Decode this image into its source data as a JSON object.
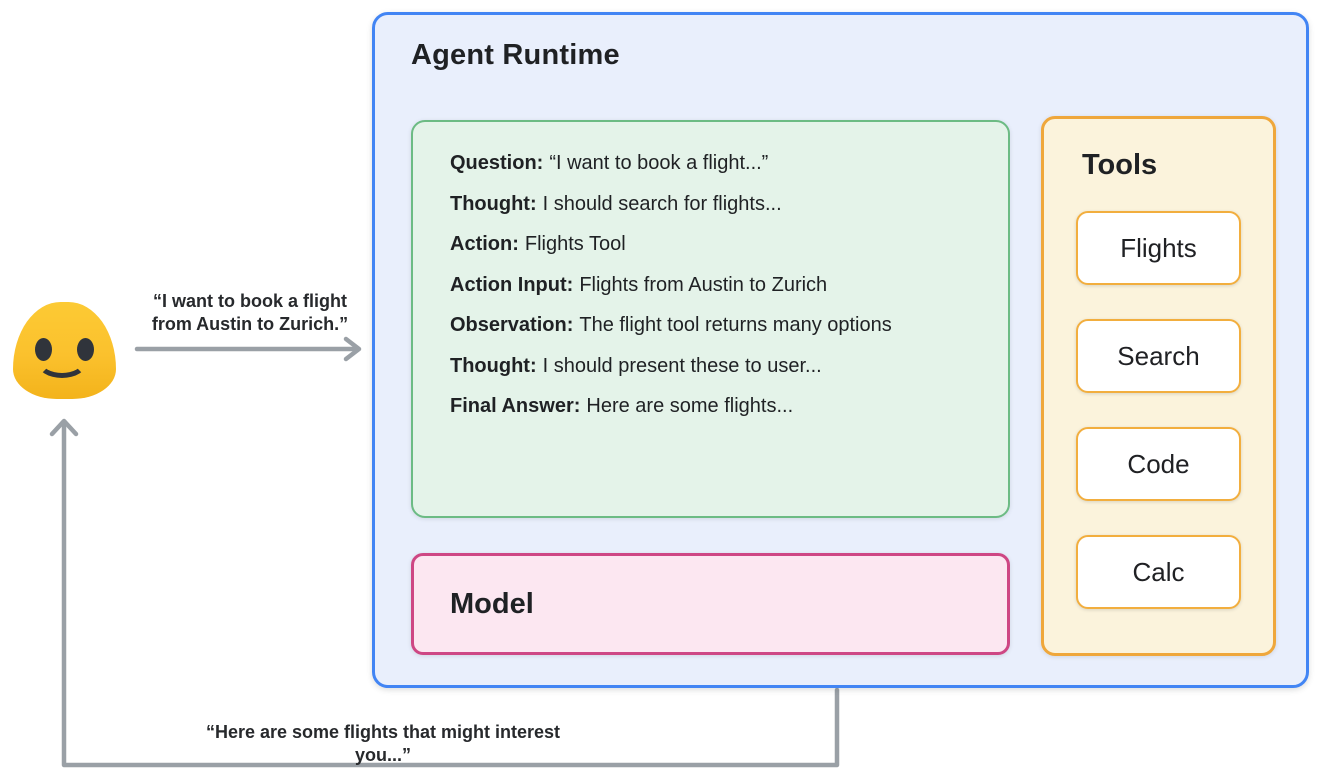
{
  "user": {
    "emoji": "smiling-blob-face",
    "request_lines": [
      "“I want to book a flight",
      "from Austin to Zurich.”"
    ],
    "response_label": "“Here are some flights that might interest you...”"
  },
  "agent_runtime": {
    "title": "Agent Runtime",
    "scratchpad_lines": [
      {
        "label": "Question:",
        "text": "“I want to book a flight...”"
      },
      {
        "label": "Thought:",
        "text": "I should search for flights..."
      },
      {
        "label": "Action:",
        "text": "Flights Tool"
      },
      {
        "label": "Action Input:",
        "text": "Flights from Austin to Zurich"
      },
      {
        "label": "Observation:",
        "text": "The flight tool returns many options"
      },
      {
        "label": "Thought:",
        "text": "I should present these to user..."
      },
      {
        "label": "Final Answer:",
        "text": "Here are some flights..."
      }
    ],
    "model_label": "Model",
    "tools": {
      "title": "Tools",
      "items": [
        "Flights",
        "Search",
        "Code",
        "Calc"
      ]
    }
  },
  "colors": {
    "runtime_border": "#4285f4",
    "runtime_fill": "#e9effc",
    "scratchpad_border": "#6cbb84",
    "scratchpad_fill": "#e4f3e9",
    "model_border": "#ce4784",
    "model_fill": "#fce7f1",
    "tools_border": "#efa73b",
    "tools_fill": "#fbf3dc",
    "tool_button_fill": "#ffffff",
    "arrow_gray": "#9aa0a6",
    "emoji_yellow": "#fbc12d",
    "text": "#1f2124"
  }
}
